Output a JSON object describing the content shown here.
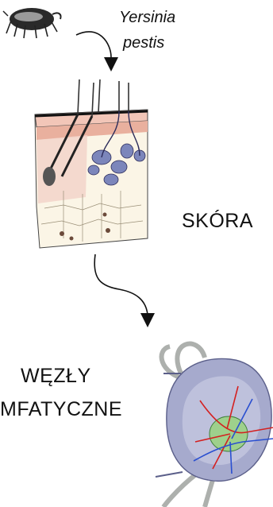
{
  "pathogen": {
    "name_line1": "Yersinia",
    "name_line2": "pestis",
    "icon": "flea-icon"
  },
  "skin": {
    "label": "SKÓRA",
    "icon": "skin-cross-section-icon"
  },
  "lymph": {
    "label_line1": "WĘZŁY",
    "label_line2": "CHŁONNE LIMFATYCZNE",
    "label_line2_visible": "MFATYCZNE",
    "icon": "lymph-node-icon"
  },
  "arrows": [
    "flea-to-skin-arrow",
    "skin-to-lymph-arrow"
  ],
  "colors": {
    "skin_surface": "#f2c6b8",
    "tissue": "#fbf5e6",
    "vessel": "#7c86bb",
    "lymph_node": "#a6aacd",
    "artery": "#d42020",
    "vein": "#2a4fd0",
    "outline": "#222222"
  }
}
